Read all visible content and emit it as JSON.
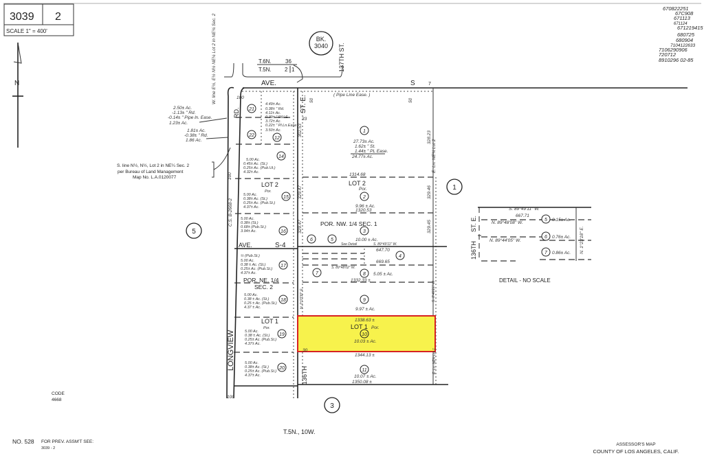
{
  "header": {
    "book": "3039",
    "page": "2",
    "scale": "SCALE 1\" = 400'"
  },
  "north_arrow": {
    "label": "N"
  },
  "book_ref": {
    "line1": "BK.",
    "line2": "3040"
  },
  "township": {
    "t6n": "T.6N.",
    "sec36": "36",
    "t5n": "T.5N.",
    "sec2": "2",
    "sec1": "1"
  },
  "streets": {
    "ave_top": "AVE.",
    "s_top": "S",
    "s_top_num": "7",
    "st_e": "ST. E.",
    "rd": "RD.",
    "longview": "LONGVIEW",
    "ave_s4": "AVE.",
    "s4": "S-4",
    "th_136": "136TH",
    "th_137": "137TH ST."
  },
  "annotations": {
    "w_line": "W. line E½, E½ N½ NE¼ Lot 2 in NE¼ Sec. 2",
    "acres_21": [
      "2.50± Ac.",
      "-1.13± \" Rd.",
      "-0.14± \" Pipe ln. Ease.",
      "1.23± Ac."
    ],
    "acres_22": [
      "1.81± Ac.",
      "-0.38± \" Rd.",
      "1.86 Ac."
    ],
    "acres_12": [
      "4.49± Ac.",
      "0.38± \" Rd.",
      "4.11± Ac.",
      "0.39± \" P&LE",
      "3.72± Ac.",
      "0.22± \" Pl.Ln.Ease",
      "3.50± Ac."
    ],
    "blm_note": [
      "S. line N½, N½, Lot 2 in NE¼ Sec. 2",
      "per Bureau of Land Management",
      "Map No. L.A.0120077"
    ],
    "pipe_line": "( Pipe Line Ease. )",
    "acres_1": [
      "27.73± Ac.",
      "1.62± \" St.",
      "1.44± \" PL Ease.",
      "24.77± Ac."
    ],
    "dim_1314": "1314.68",
    "lot2_right": "LOT 2",
    "por": "Por.",
    "acres_2": "9.96 ± Ac.",
    "dim_1320": "1320.53",
    "por_nw": "POR. NW. 1/4 SEC. 1",
    "acres_3": "10.00 ± Ac.",
    "see_detail": "See Detail",
    "bearing_top": "S. 89°49'11\" W.",
    "dim_647": "647.70",
    "dim_669": "669.65",
    "bearing_7": "S. 89°48'02\" W.",
    "acres_8": "5.05 ± Ac.",
    "dim_1332": "1332.33 ±",
    "acres_9": "9.97 ± Ac.",
    "dim_1338": "1338.63 ±",
    "lot1": "LOT 1",
    "acres_10": "10.03 ± Ac.",
    "dim_1344": "1344.13 ±",
    "acres_11": "10.07 ± Ac.",
    "dim_1350": "1350.08 ±",
    "dim_329": "329.47",
    "dim_329_45": "329.45",
    "dim_329_46": "329.46",
    "dim_302": "302.53",
    "dim_328": "328.23",
    "e_line": "E. Ln. NE¼ Lot 2",
    "e_line_lot1": "E. Ln. NE¼ Lot 1",
    "bearing_left": "N. 0°03'30\" E.",
    "bearing_right": "S. 0°40'21\" W.",
    "cs": "C.S. B-2668-2",
    "lot2_left": "LOT 2",
    "acres_14": [
      "5.00 Ac.",
      "0.45± Ac. (St.)",
      "0.25± Ac. (Pub.Ut.)",
      "4.32± Ac."
    ],
    "acres_15": [
      "5.00 Ac.",
      "0.38± Ac. (St.)",
      "0.25± Ac. (Pub.St.)",
      "4.37± Ac."
    ],
    "acres_16": [
      "5.00 Ac.",
      "0.38± (St.)",
      "0.68± (Pub.St.)",
      "3.94± Ac."
    ],
    "acres_17": [
      "½ (Pub.St.)",
      "5.00 Ac.",
      "0.38 ± Ac. (St.)",
      "0.25± Ac. (Pub.St.)",
      "4.37± Ac."
    ],
    "por_ne": "POR. NE. 1/4",
    "sec2": "SEC. 2",
    "acres_18": [
      "5.00 Ac.",
      "0.38 ± Ac. (St.)",
      "0.25 ± Ac. (Pub.St.)",
      "4.37 ± Ac."
    ],
    "lot1_left": "LOT 1",
    "acres_19": [
      "5.00 Ac.",
      "0.38 ± Ac. (St.)",
      "0.25± Ac. (Pub.St.)",
      "4.37± Ac."
    ],
    "acres_20": [
      "5.00 Ac.",
      "0.38± Ac. (St.)",
      "0.25± Ac. (Pub.St.)",
      "4.37± Ac."
    ],
    "dim_100": "100",
    "dim_50": "50",
    "dim_33": "33",
    "dim_30": "30"
  },
  "parcels_right": [
    "1",
    "2",
    "3",
    "4",
    "5",
    "6",
    "7",
    "8",
    "9",
    "10",
    "11"
  ],
  "parcels_left": [
    "21",
    "22",
    "12",
    "14",
    "15",
    "16",
    "17",
    "18",
    "19",
    "20"
  ],
  "adjacent_sections": {
    "west": "5",
    "east": "1",
    "south": "3"
  },
  "detail": {
    "title": "DETAIL - NO SCALE",
    "street1": "ST. E.",
    "street2": "136TH",
    "bearing1": "S. 89°49'11\" W.",
    "dim": "667.71",
    "bearing2": "N. 89°48'08\" W.",
    "bearing3": "N. 89°44'05\" W.",
    "right_bearing": "N. 1°23'18\" E.",
    "parcels": [
      {
        "num": "5",
        "acres": "0.15± Ac."
      },
      {
        "num": "6",
        "acres": "0.76± Ac."
      },
      {
        "num": "7",
        "acres": "0.86± Ac."
      }
    ]
  },
  "revision_numbers": [
    "670822251",
    "67C908",
    "671113",
    "671124",
    "671219415",
    "680725",
    "680904",
    "7104122633",
    "7106290906",
    "720712",
    "8910296 02-85"
  ],
  "footer": {
    "code_label": "CODE",
    "code": "4668",
    "township_range": "T.5N., 10W.",
    "map_no": "NO. 528",
    "prev_label": "FOR PREV. ASSM'T SEE:",
    "prev_ref": "3039 - 2",
    "assessor": "ASSESSOR'S MAP",
    "county": "COUNTY OF LOS ANGELES, CALIF."
  },
  "colors": {
    "highlight_fill": "#f7f24c",
    "highlight_stroke": "#d62222"
  }
}
